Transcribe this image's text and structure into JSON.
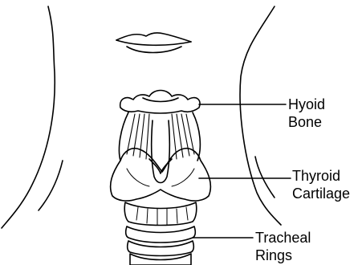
{
  "labels": {
    "hyoid": {
      "line1": "Hyoid",
      "line2": "Bone"
    },
    "thyroid": {
      "line1": "Thyroid",
      "line2": "Cartilage"
    },
    "tracheal": {
      "line1": "Tracheal",
      "line2": "Rings"
    }
  },
  "colors": {
    "ink": "#000000",
    "background": "#ffffff"
  }
}
